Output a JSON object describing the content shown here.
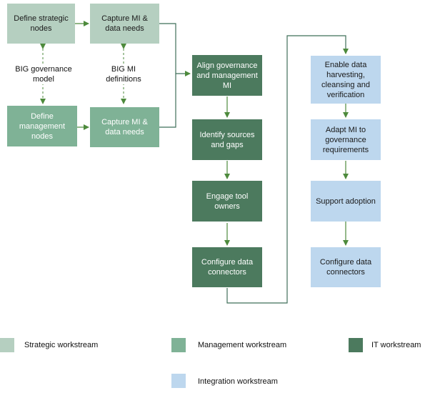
{
  "colors": {
    "strategic": "#b5cfc0",
    "management": "#7fb296",
    "it": "#4c7a5e",
    "integration": "#bdd7ee",
    "arrow": "#4d8a3c",
    "line": "#3f6f59"
  },
  "nodes": {
    "define_strategic": "Define strategic nodes",
    "capture_mi_top": "Capture MI & data needs",
    "define_management": "Define management nodes",
    "capture_mi_bottom": "Capture MI & data needs",
    "align_governance": "Align governance and management MI",
    "identify_sources": "Identify sources and gaps",
    "engage_tool_owners": "Engage tool owners",
    "configure_connectors_it": "Configure data connectors",
    "enable_harvesting": "Enable data harvesting, cleansing and verification",
    "adapt_mi": "Adapt MI to governance requirements",
    "support_adoption": "Support adoption",
    "configure_connectors_int": "Configure data connectors"
  },
  "labels": {
    "big_governance_model": "BIG governance model",
    "big_mi_definitions": "BIG MI definitions"
  },
  "legend": {
    "strategic": "Strategic workstream",
    "management": "Management workstream",
    "it": "IT workstream",
    "integration": "Integration workstream"
  }
}
